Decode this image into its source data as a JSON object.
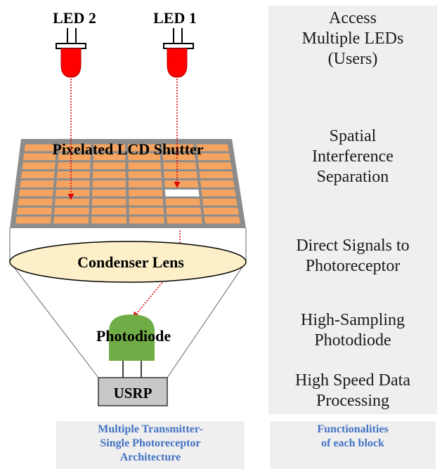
{
  "components": {
    "led2_label": "LED 2",
    "led1_label": "LED 1",
    "shutter_label": "Pixelated LCD Shutter",
    "lens_label": "Condenser Lens",
    "photodiode_label": "Photodiode",
    "usrp_label": "USRP"
  },
  "functions": [
    "Access Multiple LEDs (Users)",
    "Spatial Interference Separation",
    "Direct Signals to Photoreceptor",
    "High-Sampling Photodiode",
    "High Speed Data Processing"
  ],
  "function_lines": [
    [
      "Access",
      "Multiple LEDs",
      "(Users)"
    ],
    [
      "Spatial",
      "Interference",
      "Separation"
    ],
    [
      "Direct Signals to",
      "Photoreceptor"
    ],
    [
      "High-Sampling",
      "Photodiode"
    ],
    [
      "High Speed Data",
      "Processing"
    ]
  ],
  "captions": {
    "left_line1": "Multiple Transmitter-",
    "left_line2": "Single Photoreceptor",
    "left_line3": "Architecture",
    "right_line1": "Functionalities",
    "right_line2": "of each block"
  },
  "colors": {
    "led": "#ff0000",
    "shutter_frame": "#8c8c8c",
    "shutter_pixel": "#f4a460",
    "lens_fill": "#fdf0c8",
    "photodiode": "#70ad47",
    "usrp_fill": "#c8c8c8",
    "light_ray": "#e00000",
    "caption_text": "#4472c4"
  }
}
